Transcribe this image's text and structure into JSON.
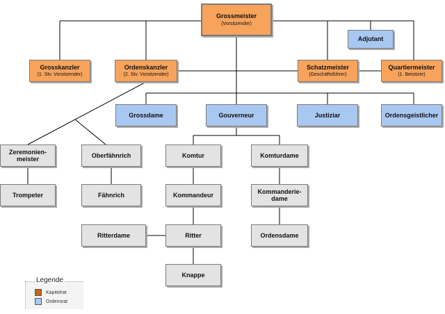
{
  "nodes": {
    "grossmeister": {
      "title": "Grossmeister",
      "sub": "(Vorsitzender)",
      "color": "#f7a35c"
    },
    "adjutant": {
      "title": "Adjutant",
      "color": "#a9c8f1"
    },
    "grosskanzler": {
      "title": "Grosskanzler",
      "sub": "(1. Stv. Vorsitzender)",
      "color": "#f7a35c"
    },
    "ordenskanzler": {
      "title": "Ordenskanzler",
      "sub": "(2. Stv. Vorsitzender)",
      "color": "#f7a35c"
    },
    "schatzmeister": {
      "title": "Schatzmeister",
      "sub": "(Geschäftsführer)",
      "color": "#f7a35c"
    },
    "quartiermeister": {
      "title": "Quartiermeister",
      "sub": "(1. Beisitzer)",
      "color": "#f7a35c"
    },
    "grossdame": {
      "title": "Grossdame",
      "color": "#a9c8f1"
    },
    "gouverneur": {
      "title": "Gouverneur",
      "color": "#a9c8f1"
    },
    "justiziar": {
      "title": "Justiziar",
      "color": "#a9c8f1"
    },
    "ordensgeistlicher": {
      "title": "Ordensgeistlicher",
      "color": "#a9c8f1"
    },
    "zeremonienmeister": {
      "title": "Zeremonien-\nmeister",
      "color": "#e3e3e3"
    },
    "oberfaehnrich": {
      "title": "Oberfähnrich",
      "color": "#e3e3e3"
    },
    "komtur": {
      "title": "Komtur",
      "color": "#e3e3e3"
    },
    "komturdame": {
      "title": "Komturdame",
      "color": "#e3e3e3"
    },
    "trompeter": {
      "title": "Trompeter",
      "color": "#e3e3e3"
    },
    "faehnrich": {
      "title": "Fähnrich",
      "color": "#e3e3e3"
    },
    "kommandeur": {
      "title": "Kommandeur",
      "color": "#e3e3e3"
    },
    "kommanderiedame": {
      "title": "Kommanderie-\ndame",
      "color": "#e3e3e3"
    },
    "ritterdame": {
      "title": "Ritterdame",
      "color": "#e3e3e3"
    },
    "ritter": {
      "title": "Ritter",
      "color": "#e3e3e3"
    },
    "ordensdame": {
      "title": "Ordensdame",
      "color": "#e3e3e3"
    },
    "knappe": {
      "title": "Knappe",
      "color": "#e3e3e3"
    }
  },
  "legend": {
    "title": "Legende",
    "items": [
      {
        "label": "Kapitelrat",
        "color": "#f7a35c"
      },
      {
        "label": "Ordensrat",
        "color": "#a9c8f1"
      }
    ]
  }
}
